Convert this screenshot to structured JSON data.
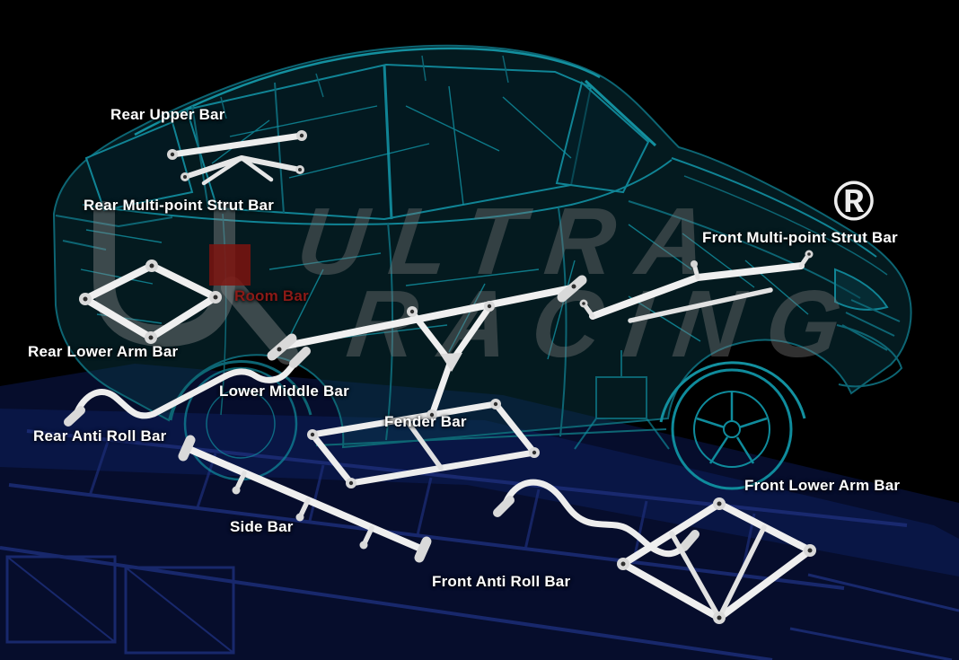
{
  "diagram": {
    "registered_mark": "®",
    "watermark": {
      "line1": "ULTRA",
      "line2": "RACING"
    },
    "labels": [
      {
        "id": "rear-upper-bar",
        "text": "Rear Upper Bar"
      },
      {
        "id": "rear-multi-point-strut-bar",
        "text": "Rear Multi-point Strut Bar"
      },
      {
        "id": "room-bar",
        "text": "Room Bar"
      },
      {
        "id": "rear-lower-arm-bar",
        "text": "Rear Lower Arm Bar"
      },
      {
        "id": "lower-middle-bar",
        "text": "Lower Middle Bar"
      },
      {
        "id": "rear-anti-roll-bar",
        "text": "Rear Anti Roll Bar"
      },
      {
        "id": "fender-bar",
        "text": "Fender Bar"
      },
      {
        "id": "side-bar",
        "text": "Side Bar"
      },
      {
        "id": "front-anti-roll-bar",
        "text": "Front Anti Roll Bar"
      },
      {
        "id": "front-multi-point-strut-bar",
        "text": "Front Multi-point Strut Bar"
      },
      {
        "id": "front-lower-arm-bar",
        "text": "Front Lower Arm Bar"
      }
    ],
    "colors": {
      "background": "#000000",
      "car_wireframe": "#0f7f8e",
      "chassis": "#0a1748",
      "bar": "#ececec",
      "label_default": "#ffffff",
      "label_room_bar": "#8b1a17",
      "watermark_gray": "#7a7a7a",
      "watermark_logo_red": "#7d140f"
    }
  }
}
